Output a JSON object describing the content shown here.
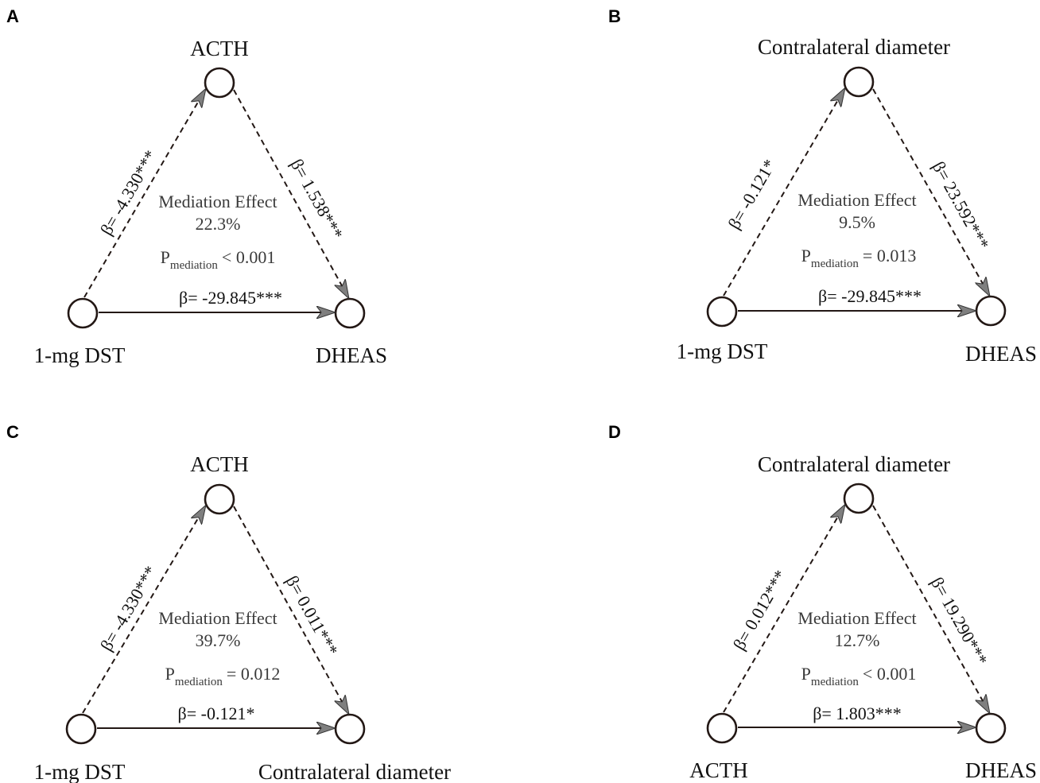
{
  "panels": [
    {
      "letter": "A",
      "mediator": "ACTH",
      "exposure": "1-mg DST",
      "outcome": "DHEAS",
      "path_a": "β= -4.330***",
      "path_b": "β= 1.538***",
      "path_c": "β= -29.845***",
      "effect_title": "Mediation Effect",
      "effect_value": "22.3%",
      "p_symbol": "P",
      "p_sub": "mediation",
      "p_value": "< 0.001"
    },
    {
      "letter": "B",
      "mediator": "Contralateral diameter",
      "exposure": "1-mg DST",
      "outcome": "DHEAS",
      "path_a": "β= -0.121*",
      "path_b": "β= 23.592***",
      "path_c": "β= -29.845***",
      "effect_title": "Mediation Effect",
      "effect_value": "9.5%",
      "p_symbol": "P",
      "p_sub": "mediation",
      "p_value": "= 0.013"
    },
    {
      "letter": "C",
      "mediator": "ACTH",
      "exposure": "1-mg DST",
      "outcome": "Contralateral diameter",
      "path_a": "β= -4.330***",
      "path_b": "β= 0.011***",
      "path_c": "β= -0.121*",
      "effect_title": "Mediation Effect",
      "effect_value": "39.7%",
      "p_symbol": "P",
      "p_sub": "mediation",
      "p_value": "= 0.012"
    },
    {
      "letter": "D",
      "mediator": "Contralateral diameter",
      "exposure": "ACTH",
      "outcome": "DHEAS",
      "path_a": "β= 0.012***",
      "path_b": "β= 19.290***",
      "path_c": "β= 1.803***",
      "effect_title": "Mediation Effect",
      "effect_value": "12.7%",
      "p_symbol": "P",
      "p_sub": "mediation",
      "p_value": "< 0.001"
    }
  ]
}
